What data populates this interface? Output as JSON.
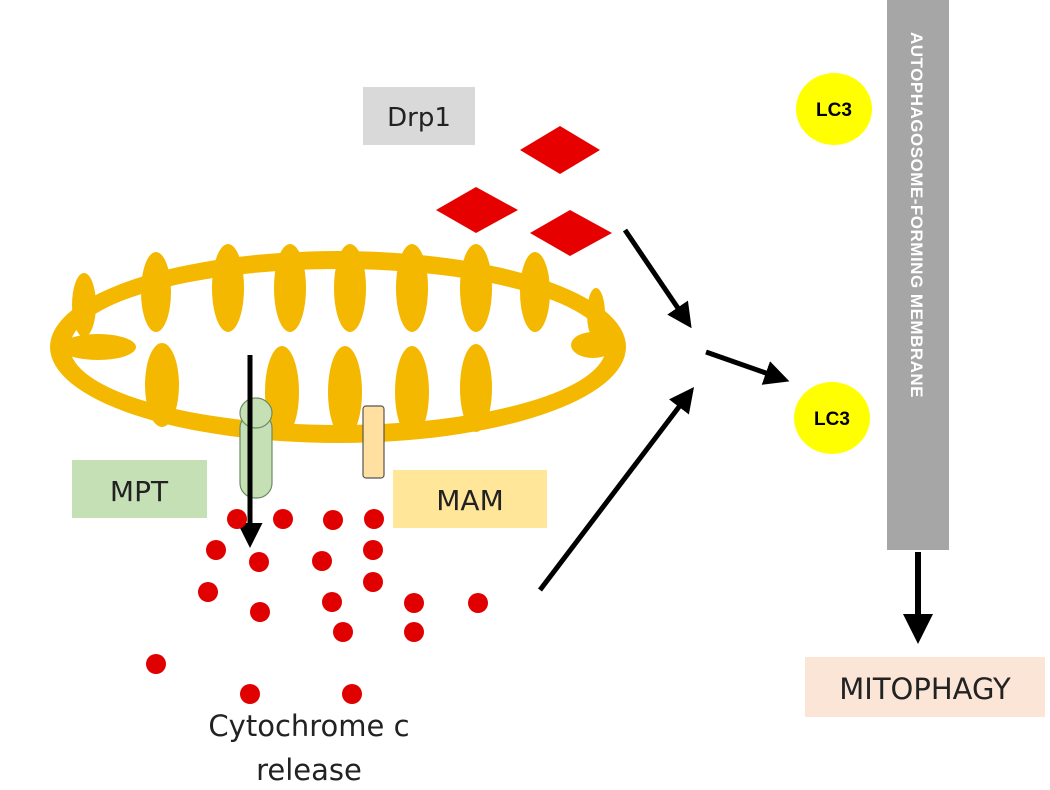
{
  "labels": {
    "drp1": "Drp1",
    "mpt": "MPT",
    "mam": "MAM",
    "cytochrome_line1": "Cytochrome c",
    "cytochrome_line2": "release",
    "membrane": "AUTOPHAGOSOME-FORMING  MEMBRANE",
    "lc3_top": "LC3",
    "lc3_bottom": "LC3",
    "mitophagy": "MITOPHAGY"
  },
  "colors": {
    "mitochondrion": "#f5b800",
    "drp1_box": "#d9d9d9",
    "mpt_box": "#c5e0b4",
    "mam_box": "#ffe699",
    "mitophagy_box": "#fbe5d6",
    "membrane_bar": "#a6a6a6",
    "lc3": "#ffff00",
    "red_marks": "#e00000",
    "arrows": "#000000"
  }
}
